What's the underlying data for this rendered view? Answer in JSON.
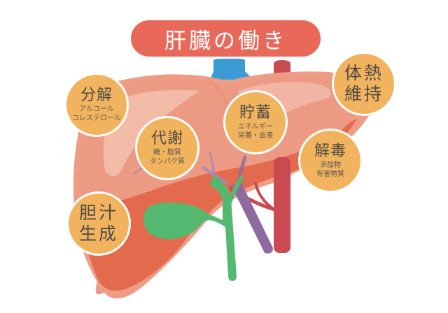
{
  "title": "肝臓の働き",
  "colors": {
    "title_bg": "#E8685A",
    "title_text": "#FFFFFF",
    "bubble_fill": "#F2B35E",
    "bubble_border": "#FFFFFF",
    "bubble_text": "#4D4A45",
    "liver_light": "#EE9C85",
    "liver_highlight": "#F2BBA8",
    "liver_dark": "#E46A4E",
    "hepatic_vein": "#3A9BD5",
    "aorta": "#C94A50",
    "portal_vein": "#8E6AA0",
    "gallbladder": "#55B870"
  },
  "functions": [
    {
      "id": "decomposition",
      "label": "分解",
      "details": [
        "アルコール",
        "コレステロール"
      ]
    },
    {
      "id": "metabolism",
      "label": "代謝",
      "details": [
        "糖・脂質",
        "タンパク質"
      ]
    },
    {
      "id": "storage",
      "label": "貯蓄",
      "details": [
        "エネルギー",
        "栄養・血液"
      ]
    },
    {
      "id": "body-heat",
      "label_lines": [
        "体熱",
        "維持"
      ]
    },
    {
      "id": "detoxification",
      "label": "解毒",
      "details": [
        "添加物",
        "有害物質"
      ]
    },
    {
      "id": "bile-production",
      "label_lines": [
        "胆汁",
        "生成"
      ]
    }
  ],
  "illustration": {
    "organ": "liver",
    "structures": [
      "hepatic-vein",
      "aorta",
      "portal-vein",
      "hepatic-artery",
      "gallbladder",
      "bile-duct"
    ]
  }
}
